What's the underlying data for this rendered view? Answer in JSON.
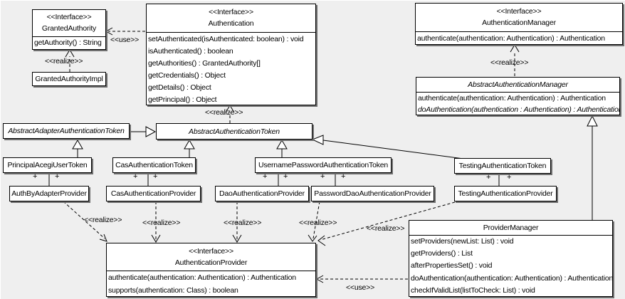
{
  "labels": {
    "realize": "<<realize>>",
    "use": "<<use>>",
    "plus": "+"
  },
  "colors": {
    "background": "#efefef",
    "box_fill": "#ffffff",
    "box_border": "#000000",
    "box_shadow": "#6e6e6e",
    "line": "#000000"
  },
  "classes": {
    "granted_authority": {
      "stereotype": "<<Interface>>",
      "name": "GrantedAuthority",
      "methods": [
        "getAuthority() : String"
      ]
    },
    "granted_authority_impl": {
      "name": "GrantedAuthorityImpl"
    },
    "authentication": {
      "stereotype": "<<Interface>>",
      "name": "Authentication",
      "methods": [
        "setAuthenticated(isAuthenticated: boolean) : void",
        "isAuthenticated() : boolean",
        "getAuthorities() : GrantedAuthority[]",
        "getCredentials() : Object",
        "getDetails() : Object",
        "getPrincipal() : Object"
      ]
    },
    "authentication_manager": {
      "stereotype": "<<Interface>>",
      "name": "AuthenticationManager",
      "methods": [
        "authenticate(authentication: Authentication) : Authentication"
      ]
    },
    "abstract_authentication_manager": {
      "name": "AbstractAuthenticationManager",
      "methods": [
        "authenticate(authentication: Authentication) : Authentication",
        "doAuthentication(authentication : Authentication) : Authentication"
      ]
    },
    "abstract_adapter_authentication_token": {
      "name": "AbstractAdapterAuthenticationToken"
    },
    "abstract_authentication_token": {
      "name": "AbstractAuthenticationToken"
    },
    "principal_acegi_user_token": {
      "name": "PrincipalAcegiUserToken"
    },
    "cas_authentication_token": {
      "name": "CasAuthenticationToken"
    },
    "username_password_authentication_token": {
      "name": "UsernamePasswordAuthenticationToken"
    },
    "testing_authentication_token": {
      "name": "TestingAuthenticationToken"
    },
    "auth_by_adapter_provider": {
      "name": "AuthByAdapterProvider"
    },
    "cas_authentication_provider": {
      "name": "CasAuthenticationProvider"
    },
    "dao_authentication_provider": {
      "name": "DaoAuthenticationProvider"
    },
    "password_dao_authentication_provider": {
      "name": "PasswordDaoAuthenticationProvider"
    },
    "testing_authentication_provider": {
      "name": "TestingAuthenticationProvider"
    },
    "authentication_provider": {
      "stereotype": "<<Interface>>",
      "name": "AuthenticationProvider",
      "methods": [
        "authenticate(authentication: Authentication) : Authentication",
        "supports(authentication: Class) : boolean"
      ]
    },
    "provider_manager": {
      "name": "ProviderManager",
      "methods": [
        "setProviders(newList: List) : void",
        "getProviders() : List",
        "afterPropertiesSet() : void",
        "doAuthentication(authentication: Authentication) : Authentication",
        "checkIfValidList(listToCheck: List) : void"
      ]
    }
  }
}
